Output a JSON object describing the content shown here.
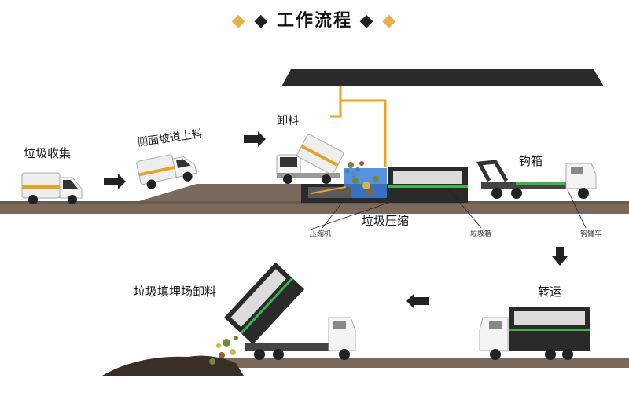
{
  "title": "工作流程",
  "title_deco": {
    "outer": "◆",
    "inner": "◆"
  },
  "steps": {
    "collect": "垃圾收集",
    "ramp": "侧面坡道上料",
    "unload": "卸料",
    "hook": "钩箱",
    "compress": "垃圾压缩",
    "transfer": "转运",
    "landfill": "垃圾填埋场卸料"
  },
  "parts": {
    "compressor": "压缩机",
    "bin": "垃圾箱",
    "hook_truck": "钩臂车"
  },
  "colors": {
    "ground": "#7a6a5e",
    "roof": "#2b2b2b",
    "pipe": "#f0a020",
    "container": "#2a2a2a",
    "stripe": "#3bb54a",
    "truck": "#f2f2f2",
    "van_stripe": "#e3a42a",
    "pit": "#3b7fd9",
    "arrow": "#222222"
  }
}
